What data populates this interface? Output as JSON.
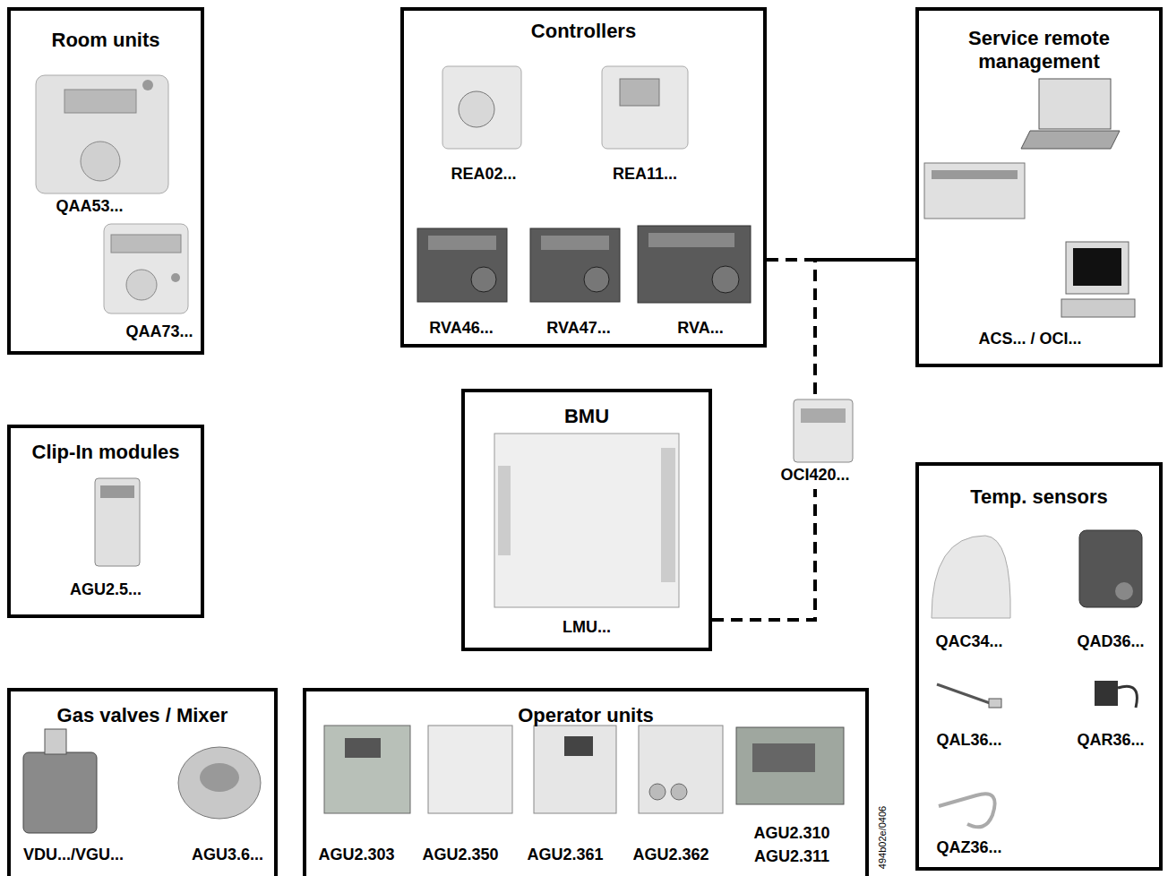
{
  "diagram": {
    "nodes": [
      {
        "text": [
          "Room units"
        ]
      },
      {
        "text": [
          "Controllers"
        ]
      },
      {
        "text": [
          "Service remote management"
        ]
      },
      {
        "text": [
          "Clip-In modules"
        ]
      },
      {
        "text": [
          "BMU"
        ]
      },
      {
        "text": [
          "OCI420..."
        ]
      },
      {
        "text": [
          "Temp. sensors"
        ]
      },
      {
        "text": [
          "Gas valves / Mixer"
        ]
      },
      {
        "text": [
          "Operator units"
        ]
      }
    ],
    "edges": [
      {
        "from": 1,
        "to": 2,
        "arrow": "none"
      },
      {
        "from": 5,
        "to": 2,
        "arrow": "none"
      },
      {
        "from": 4,
        "to": 5,
        "arrow": "none"
      }
    ],
    "labels": [
      "QAA53...",
      "QAA73...",
      "REA02...",
      "REA11...",
      "RVA46...",
      "RVA47...",
      "RVA...",
      "ACS... / OCI...",
      "AGU2.5...",
      "LMU...",
      "QAC34...",
      "QAD36...",
      "QAL36...",
      "QAR36...",
      "QAZ36...",
      "VDU.../VGU...",
      "AGU3.6...",
      "AGU2.303",
      "AGU2.350",
      "AGU2.361",
      "AGU2.362",
      "AGU2.310",
      "AGU2.311",
      "494b02e/0406"
    ]
  }
}
